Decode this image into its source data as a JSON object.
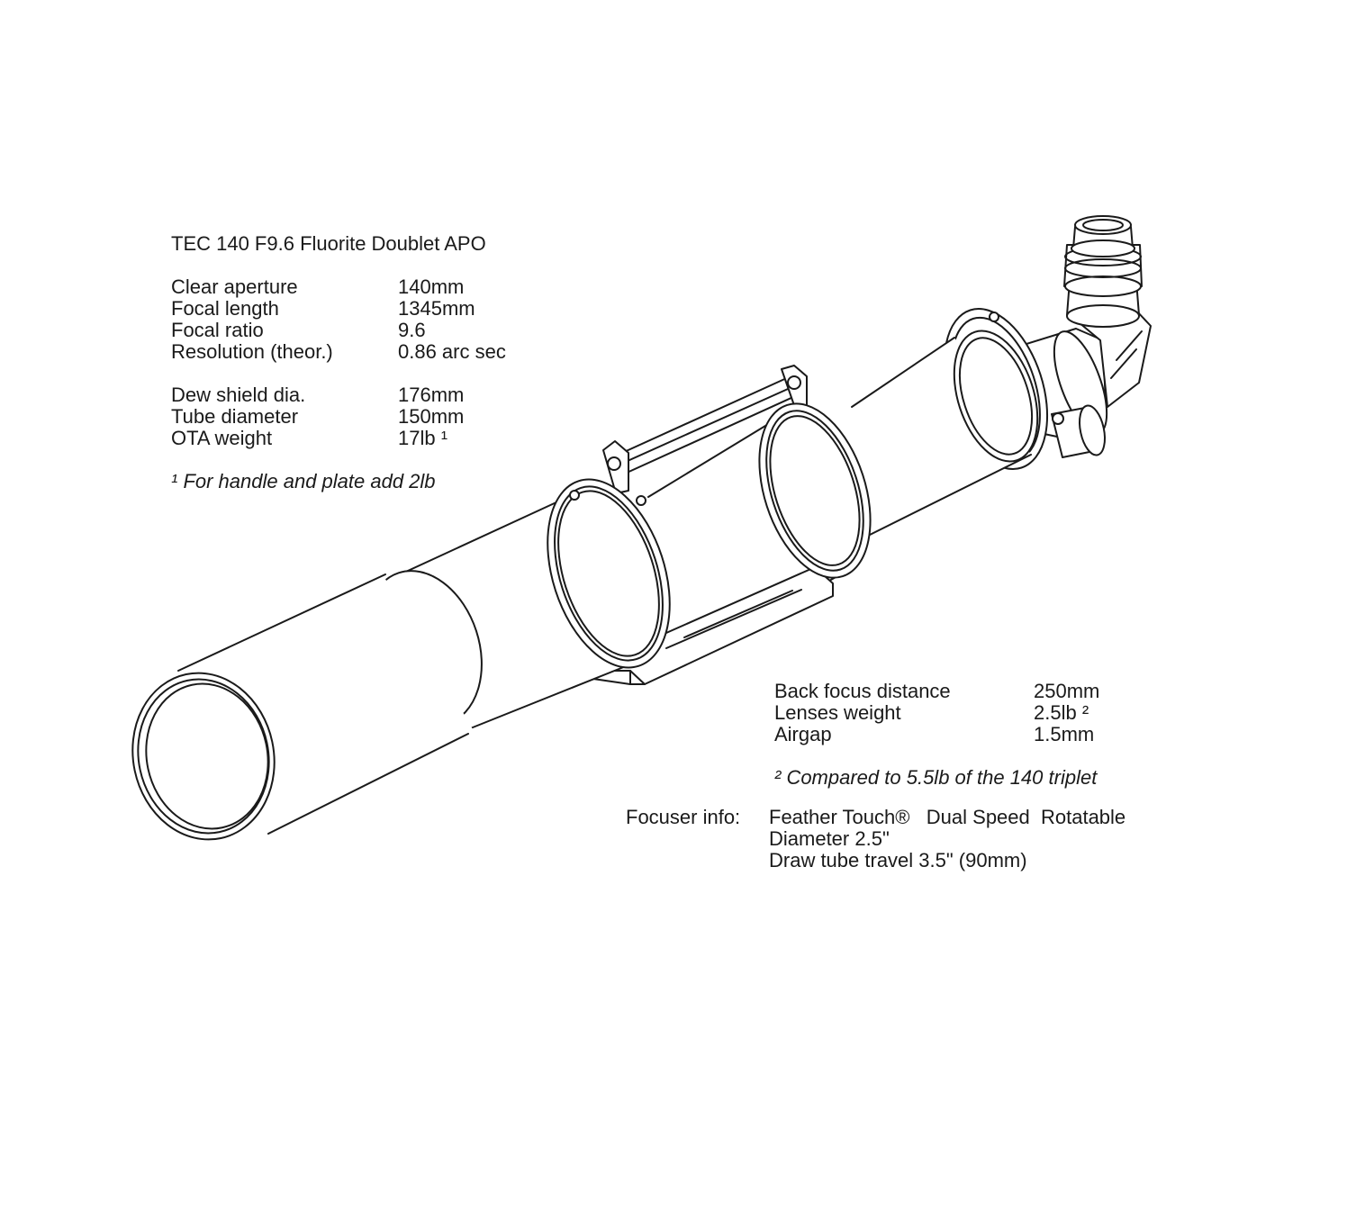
{
  "title": "TEC 140 F9.6 Fluorite Doublet APO",
  "optics": [
    {
      "label": "Clear aperture",
      "value": "140mm"
    },
    {
      "label": "Focal length",
      "value": "1345mm"
    },
    {
      "label": "Focal ratio",
      "value": "9.6"
    },
    {
      "label": "Resolution (theor.)",
      "value": "0.86 arc sec"
    }
  ],
  "mechanics": [
    {
      "label": "Dew shield dia.",
      "value": "176mm"
    },
    {
      "label": "Tube diameter",
      "value": "150mm"
    },
    {
      "label": "OTA weight",
      "value": "17lb ¹"
    }
  ],
  "footnote1": "¹ For handle and plate add 2lb",
  "backfocus": [
    {
      "label": "Back focus distance",
      "value": "250mm"
    },
    {
      "label": "Lenses weight",
      "value": "2.5lb ²"
    },
    {
      "label": "Airgap",
      "value": "1.5mm"
    }
  ],
  "footnote2": "² Compared to 5.5lb of the 140 triplet",
  "focuser": {
    "label": "Focuser info:",
    "line1": "Feather Touch®   Dual Speed  Rotatable",
    "line2": "Diameter 2.5\"",
    "line3": "Draw tube travel 3.5\" (90mm)"
  }
}
